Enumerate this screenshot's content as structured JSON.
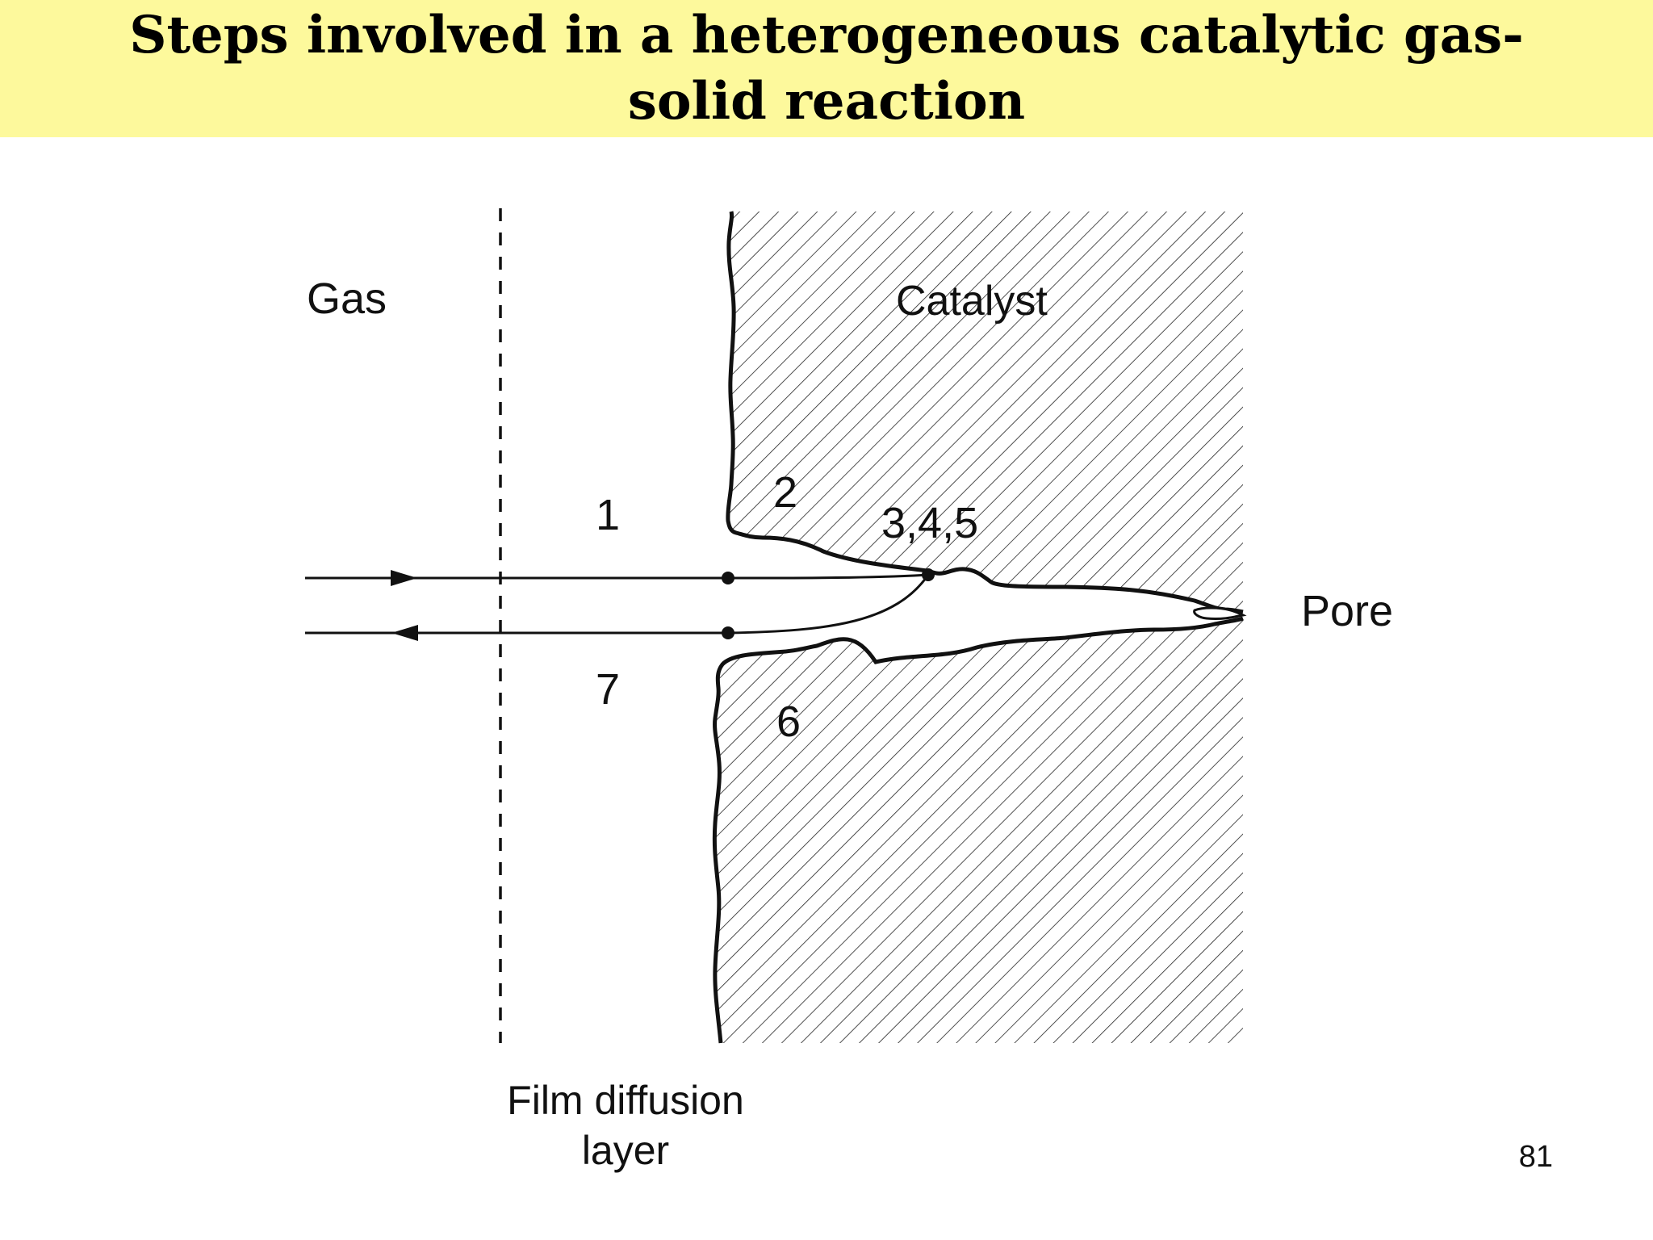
{
  "slide": {
    "title": "Steps involved in a heterogeneous catalytic gas-solid reaction",
    "page_number": "81"
  },
  "diagram": {
    "labels": {
      "gas": "Gas",
      "catalyst": "Catalyst",
      "pore": "Pore",
      "film_line1": "Film diffusion",
      "film_line2": "layer"
    },
    "steps": {
      "step1": "1",
      "step2": "2",
      "step345": "3,4,5",
      "step6": "6",
      "step7": "7"
    },
    "colors": {
      "title_background": "#fdf99c",
      "ink": "#111111"
    }
  }
}
